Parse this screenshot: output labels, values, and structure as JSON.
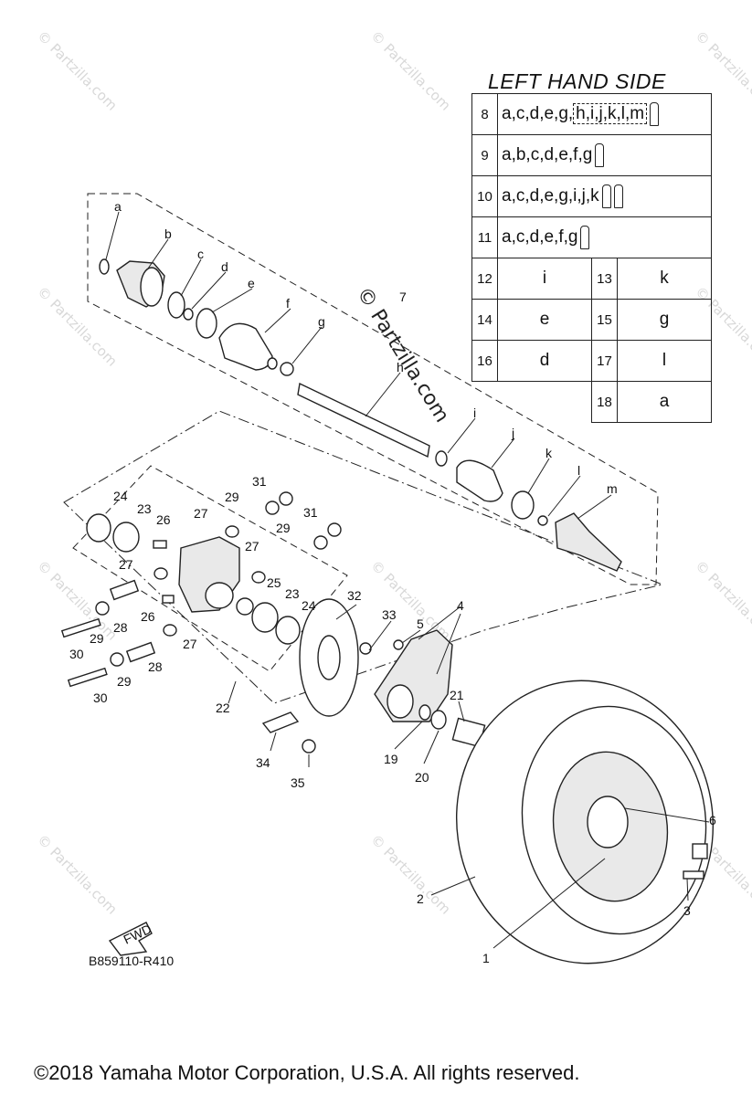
{
  "table": {
    "title": "LEFT HAND SIDE",
    "rows_full": [
      {
        "num": "8",
        "text": "a,c,d,e,g,",
        "boxed": "h,i,j,k,l,m",
        "tubes": 1
      },
      {
        "num": "9",
        "text": "a,b,c,d,e,f,g",
        "boxed": "",
        "tubes": 1
      },
      {
        "num": "10",
        "text": "a,c,d,e,g,i,j,k",
        "boxed": "",
        "tubes": 2
      },
      {
        "num": "11",
        "text": "a,c,d,e,f,g",
        "boxed": "",
        "tubes": 1
      }
    ],
    "rows_pair": [
      {
        "n1": "12",
        "v1": "i",
        "n2": "13",
        "v2": "k"
      },
      {
        "n1": "14",
        "v1": "e",
        "n2": "15",
        "v2": "g"
      },
      {
        "n1": "16",
        "v1": "d",
        "n2": "17",
        "v2": "l"
      }
    ],
    "last": {
      "n2": "18",
      "v2": "a"
    }
  },
  "callouts": {
    "a": "a",
    "b": "b",
    "c": "c",
    "d": "d",
    "e": "e",
    "f": "f",
    "g": "g",
    "h": "h",
    "i": "i",
    "j": "j",
    "k": "k",
    "l": "l",
    "m": "m",
    "n7": "7",
    "n4": "4",
    "n5": "5",
    "n33": "33",
    "n32": "32",
    "n21": "21",
    "n19": "19",
    "n20": "20",
    "n34": "34",
    "n35": "35",
    "n24a": "24",
    "n23a": "23",
    "n26a": "26",
    "n27a": "27",
    "n29a": "29",
    "n31a": "31",
    "n31b": "31",
    "n29b": "29",
    "n27b": "27",
    "n27c": "27",
    "n25": "25",
    "n23b": "23",
    "n24b": "24",
    "n26b": "26",
    "n27d": "27",
    "n28a": "28",
    "n29c": "29",
    "n30a": "30",
    "n28b": "28",
    "n29d": "29",
    "n30b": "30",
    "n22": "22",
    "n2": "2",
    "n1": "1",
    "n6": "6",
    "n3": "3"
  },
  "fwd_label": "FWD",
  "diagram_code": "B859110-R410",
  "watermark_main": "© Partzilla.com",
  "watermark_small": "© Partzilla.com",
  "copyright": "©2018  Yamaha Motor Corporation, U.S.A. All rights reserved."
}
